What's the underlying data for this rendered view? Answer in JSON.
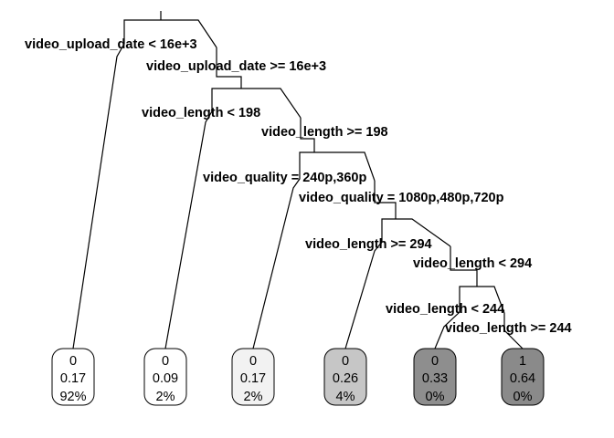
{
  "tree": {
    "splits": [
      {
        "id": "s1",
        "left_label": "video_upload_date < 16e+3",
        "right_label": "video_upload_date >= 16e+3"
      },
      {
        "id": "s2",
        "left_label": "video_length < 198",
        "right_label": "video_length >= 198"
      },
      {
        "id": "s3",
        "left_label": "video_quality = 240p,360p",
        "right_label": "video_quality = 1080p,480p,720p"
      },
      {
        "id": "s4",
        "left_label": "video_length >= 294",
        "right_label": "video_length < 294"
      },
      {
        "id": "s5",
        "left_label": "video_length < 244",
        "right_label": "video_length >= 244"
      }
    ],
    "leaves": [
      {
        "id": "leaf1",
        "class_label": "0",
        "probability": "0.17",
        "percent": "92%",
        "fill": "#ffffff"
      },
      {
        "id": "leaf2",
        "class_label": "0",
        "probability": "0.09",
        "percent": "2%",
        "fill": "#ffffff"
      },
      {
        "id": "leaf3",
        "class_label": "0",
        "probability": "0.17",
        "percent": "2%",
        "fill": "#f2f2f2"
      },
      {
        "id": "leaf4",
        "class_label": "0",
        "probability": "0.26",
        "percent": "4%",
        "fill": "#c6c6c6"
      },
      {
        "id": "leaf5",
        "class_label": "0",
        "probability": "0.33",
        "percent": "0%",
        "fill": "#8e8e8e"
      },
      {
        "id": "leaf6",
        "class_label": "1",
        "probability": "0.64",
        "percent": "0%",
        "fill": "#8a8a8a"
      }
    ]
  }
}
